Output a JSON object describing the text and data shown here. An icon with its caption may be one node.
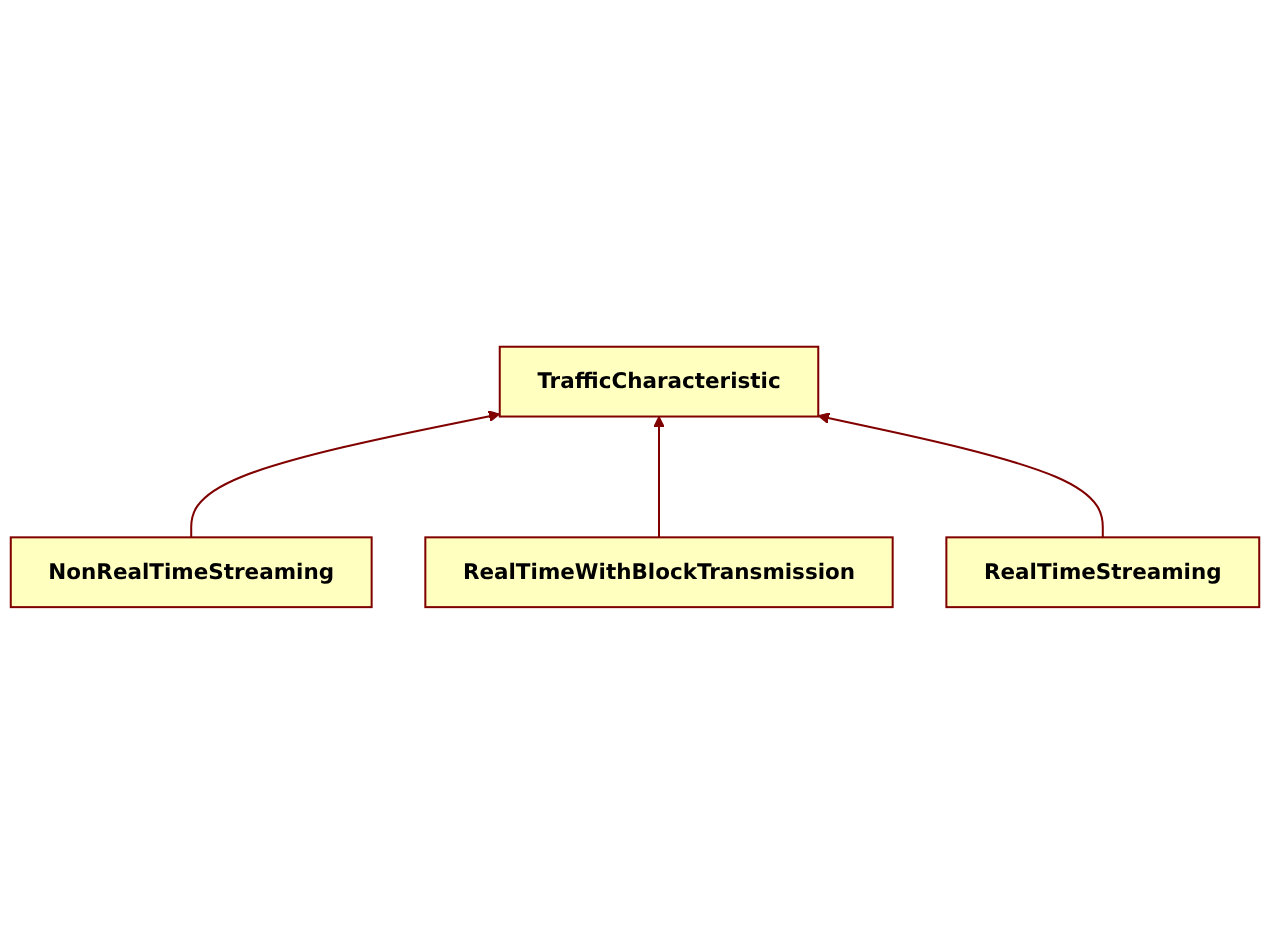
{
  "diagram": {
    "nodes": [
      {
        "text": [
          "TrafficCharacteristic"
        ]
      },
      {
        "text": [
          "NonRealTimeStreaming"
        ]
      },
      {
        "text": [
          "RealTimeStreaming"
        ]
      },
      {
        "text": [
          "RealTimeWithBlockTransmission"
        ]
      }
    ],
    "edges": [
      {
        "from": 1,
        "to": 0,
        "arrow": "to"
      },
      {
        "from": 3,
        "to": 0,
        "arrow": "to"
      },
      {
        "from": 2,
        "to": 0,
        "arrow": "to"
      }
    ]
  }
}
